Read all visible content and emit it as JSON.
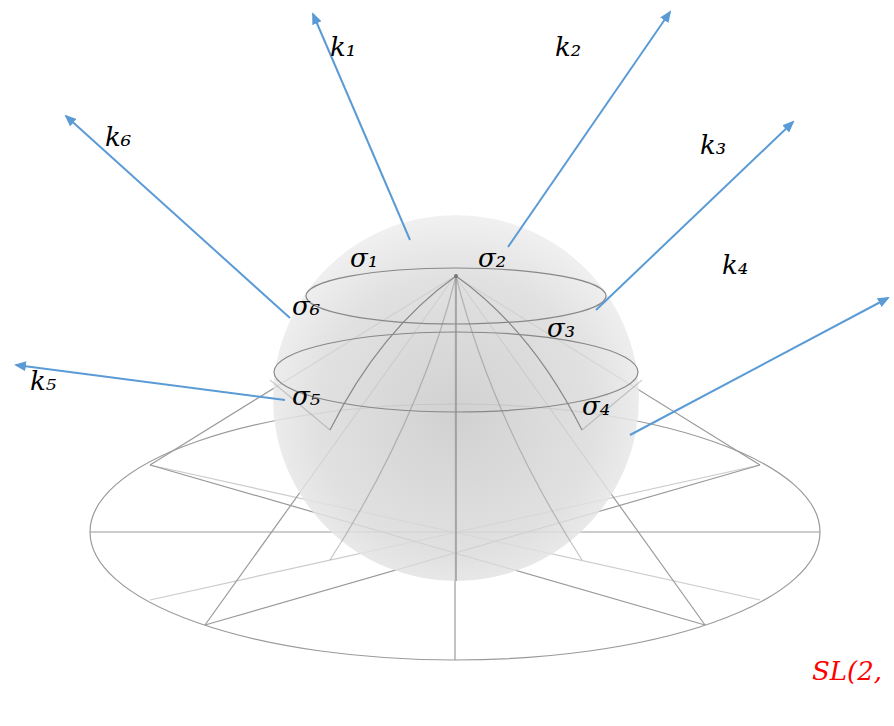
{
  "diagram": {
    "labels": [
      "k₁",
      "k₂",
      "k₃",
      "k₄",
      "k₅",
      "k₆",
      "σ₁",
      "σ₂",
      "σ₃",
      "σ₄",
      "σ₅",
      "σ₆",
      "SL(2,"
    ]
  }
}
